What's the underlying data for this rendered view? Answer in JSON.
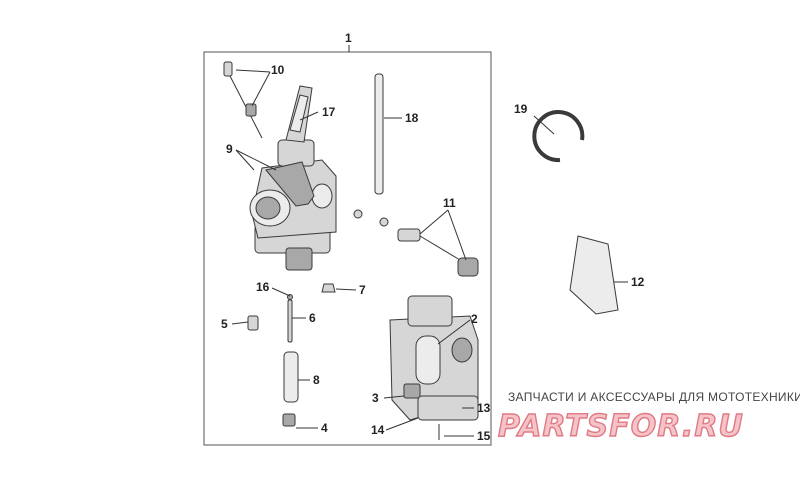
{
  "callouts": {
    "c1": "1",
    "c2": "2",
    "c3": "3",
    "c4": "4",
    "c5": "5",
    "c6": "6",
    "c7": "7",
    "c8": "8",
    "c9": "9",
    "c10": "10",
    "c11": "11",
    "c12": "12",
    "c13": "13",
    "c14": "14",
    "c15": "15",
    "c16": "16",
    "c17": "17",
    "c18": "18",
    "c19": "19"
  },
  "watermark": {
    "tagline": "ЗАПЧАСТИ И АКСЕССУАРЫ ДЛЯ МОТОТЕХНИКИ",
    "logo": "PARTSFOR.RU"
  },
  "colors": {
    "line": "#333333",
    "part_fill": "#d6d6d6",
    "logo_fill": "#f4c4c8",
    "logo_stroke": "#e07a84"
  }
}
